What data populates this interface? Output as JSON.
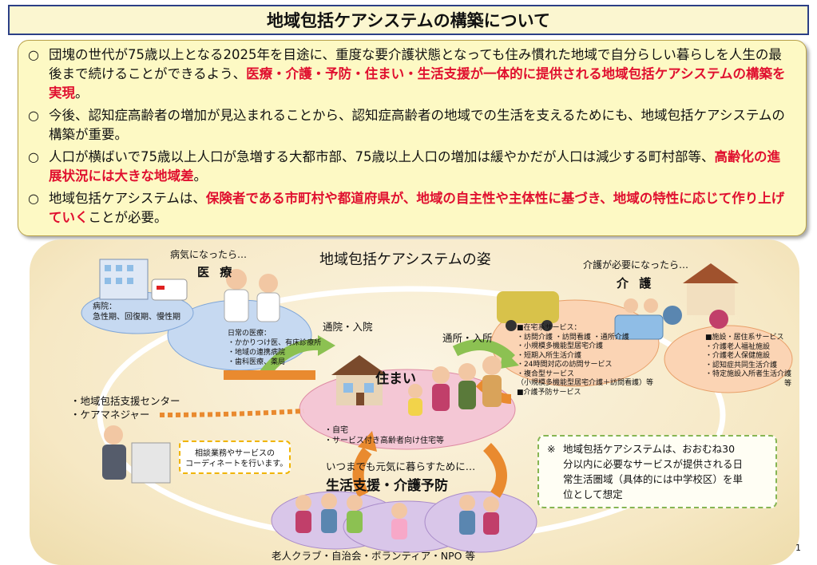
{
  "title": "地域包括ケアシステムの構築について",
  "summary": {
    "mark": "○",
    "bullets": [
      {
        "pre": "団塊の世代が75歳以上となる2025年を目途に、重度な要介護状態となっても住み慣れた地域で自分らしい暮らしを人生の最後まで続けることができるよう、",
        "red": "医療・介護・予防・住まい・生活支援が一体的に提供される地域包括ケアシステムの構築を実現",
        "post": "。"
      },
      {
        "pre": "今後、認知症高齢者の増加が見込まれることから、認知症高齢者の地域での生活を支えるためにも、地域包括ケアシステムの構築が重要。",
        "red": "",
        "post": ""
      },
      {
        "pre": "人口が横ばいで75歳以上人口が急増する大都市部、75歳以上人口の増加は緩やかだが人口は減少する町村部等、",
        "red": "高齢化の進展状況には大きな地域差",
        "post": "。"
      },
      {
        "pre": "地域包括ケアシステムは、",
        "red": "保険者である市町村や都道府県が、地域の自主性や主体性に基づき、地域の特性に応じて作り上げていく",
        "post": "ことが必要。"
      }
    ]
  },
  "diagram": {
    "title": "地域包括ケアシステムの姿",
    "medical": {
      "when": "病気になったら…",
      "heading": "医 療",
      "hospital": [
        "病院：",
        "急性期、回復期、慢性期"
      ],
      "daily": [
        "日常の医療：",
        "・かかりつけ医、有床診療所",
        "・地域の連携病院",
        "・歯科医療、薬局"
      ]
    },
    "care": {
      "when": "介護が必要になったら…",
      "heading": "介 護",
      "home_services": [
        "■在宅系サービス：",
        "・訪問介護 ・訪問看護 ・通所介護",
        "・小規模多機能型居宅介護",
        "・短期入所生活介護",
        "・24時間対応の訪問サービス",
        "・複合型サービス",
        "（小規模多機能型居宅介護＋訪問看護）等",
        "■介護予防サービス"
      ],
      "facility_services": [
        "■施設・居住系サービス",
        "・介護老人福祉施設",
        "・介護老人保健施設",
        "・認知症共同生活介護",
        "・特定施設入所者生活介護",
        "等"
      ]
    },
    "arrow_labels": {
      "hospital_visit": "通院・入院",
      "daycare_visit": "通所・入所"
    },
    "housing": {
      "heading": "住まい",
      "items": [
        "・自宅",
        "・サービス付き高齢者向け住宅等"
      ]
    },
    "support_center": [
      "・地域包括支援センター",
      "・ケアマネジャー"
    ],
    "coordination": [
      "相談業務やサービスの",
      "コーディネートを行います。"
    ],
    "life_support": {
      "sub": "いつまでも元気に暮らすために…",
      "heading": "生活支援・介護予防",
      "groups": "老人クラブ・自治会・ボランティア・NPO 等"
    },
    "note": {
      "mark": "※",
      "text": [
        "地域包括ケアシステムは、おおむね30",
        "分以内に必要なサービスが提供される日",
        "常生活圏域（具体的には中学校区）を単",
        "位として想定"
      ]
    },
    "page_number": "1"
  },
  "colors": {
    "title_border": "#2b3f86",
    "summary_bg": "#fdf9c4",
    "red_text": "#e0102f",
    "medical_blob": "#c6d9f1",
    "care_blob": "#fbd4b4",
    "housing_blob": "#f4c7d5",
    "life_blob": "#d9c6e9",
    "ring": "#ffffff",
    "arrow_green": "#8cc152",
    "arrow_orange": "#e98a2f"
  }
}
